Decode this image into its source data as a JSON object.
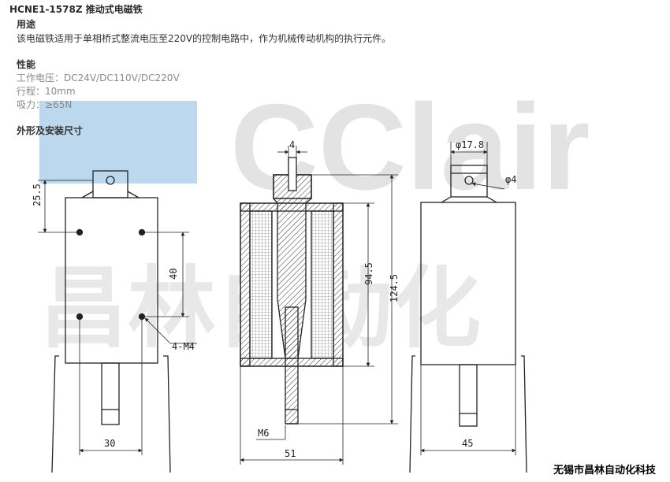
{
  "header": {
    "title": "HCNE1-1578Z 推动式电磁铁",
    "usage_heading": "用途",
    "usage_text": "该电磁铁适用于单相桥式整流电压至220V的控制电路中，作为机械传动机构的执行元件。"
  },
  "performance": {
    "heading": "性能",
    "voltage": "工作电压：DC24V/DC110V/DC220V",
    "stroke": "行程：10mm",
    "force": "吸力：≥65N"
  },
  "dimensions": {
    "heading": "外形及安装尺寸",
    "labels": {
      "d4_top": "4",
      "d17_8": "φ17.8",
      "d4_hole": "φ4",
      "d25_5": "25.5",
      "d40": "40",
      "d94_5": "94.5",
      "d124_5": "124.5",
      "d4m4": "4-M4",
      "m6": "M6",
      "d30": "30",
      "d51": "51",
      "d45": "45"
    }
  },
  "watermark": {
    "logo": "CClair",
    "chinese": "昌林自动化"
  },
  "footer": {
    "company": "无锡市昌林自动化科技"
  },
  "colors": {
    "watermark_blue": "#aecde6",
    "watermark_grey": "#e6e6e6",
    "line": "#222222"
  }
}
